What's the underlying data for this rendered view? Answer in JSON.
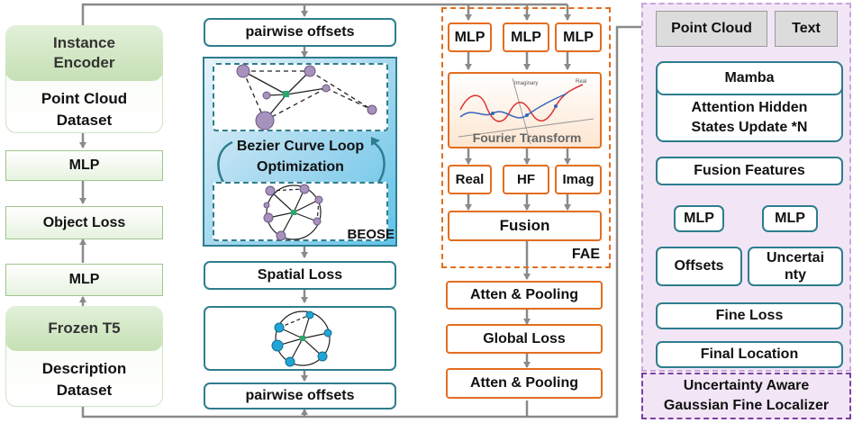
{
  "col1": {
    "encoder": "Instance\nEncoder",
    "pc_dataset": "Point Cloud\nDataset",
    "mlp_top": "MLP",
    "object_loss": "Object Loss",
    "mlp_bottom": "MLP",
    "frozen_t5": "Frozen T5",
    "desc_dataset": "Description\nDataset"
  },
  "col2": {
    "pairwise_top": "pairwise offsets",
    "bezier": "Bezier Curve Loop\nOptimization",
    "beose": "BEOSE",
    "spatial_loss": "Spatial Loss",
    "pairwise_bottom": "pairwise offsets"
  },
  "col3": {
    "mlp1": "MLP",
    "mlp2": "MLP",
    "mlp3": "MLP",
    "fourier": "Fourier Transform",
    "plot_imag": "Imaginary",
    "plot_real": "Real",
    "real": "Real",
    "hf": "HF",
    "imag": "Imag",
    "fusion": "Fusion",
    "fae": "FAE",
    "atten1": "Atten & Pooling",
    "global_loss": "Global Loss",
    "atten2": "Atten & Pooling"
  },
  "col4": {
    "point_cloud": "Point Cloud",
    "text": "Text",
    "mamba": "Mamba",
    "attention": "Attention Hidden\nStates Update *N",
    "fusion_features": "Fusion Features",
    "mlp1": "MLP",
    "mlp2": "MLP",
    "offsets": "Offsets",
    "uncertainty": "Uncertai\nnty",
    "fine_loss": "Fine Loss",
    "final_location": "Final Location",
    "title": "Uncertainty Aware\nGaussian Fine Localizer"
  },
  "colors": {
    "teal": "#2e7d8e",
    "orange": "#e36d1f",
    "purple": "#7b3fa0",
    "lavender": "#f2e6f6",
    "green": "#e6f2df",
    "arrow": "#8a8a8a"
  }
}
